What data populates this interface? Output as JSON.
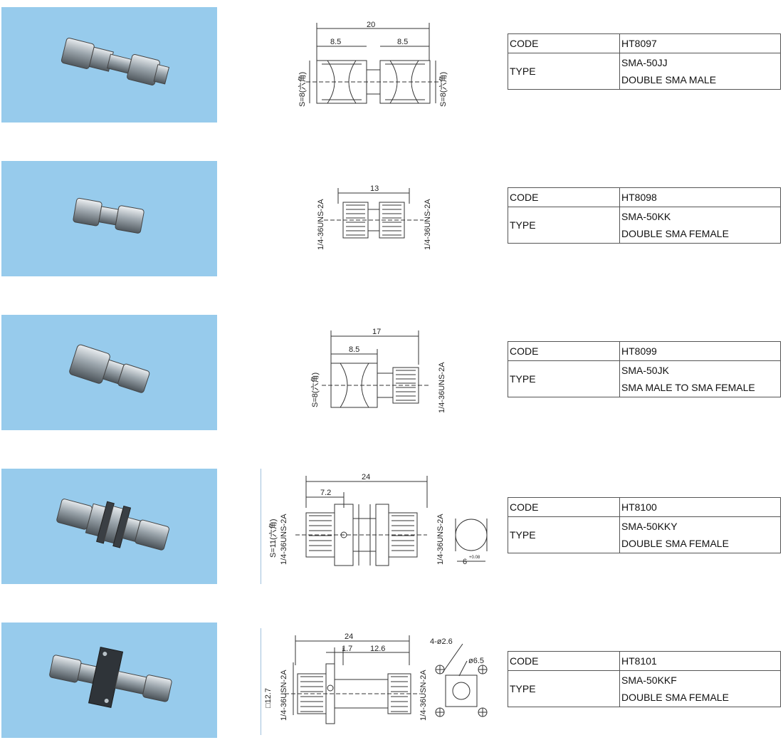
{
  "products": [
    {
      "code_label": "CODE",
      "code": "HT8097",
      "type_label": "TYPE",
      "model": "SMA-50JJ",
      "description": "DOUBLE SMA MALE",
      "dims": {
        "overall": "20",
        "left": "8.5",
        "right": "8.5",
        "hex_left": "S=8(六角)",
        "hex_right": "S=8(六角)"
      }
    },
    {
      "code_label": "CODE",
      "code": "HT8098",
      "type_label": "TYPE",
      "model": "SMA-50KK",
      "description": "DOUBLE SMA FEMALE",
      "dims": {
        "overall": "13",
        "thread_left": "1/4-36UNS-2A",
        "thread_right": "1/4-36UNS-2A"
      }
    },
    {
      "code_label": "CODE",
      "code": "HT8099",
      "type_label": "TYPE",
      "model": "SMA-50JK",
      "description": "SMA MALE TO SMA FEMALE",
      "dims": {
        "overall": "17",
        "left": "8.5",
        "hex_left": "S=8(六角)",
        "thread_right": "1/4-36UNS-2A"
      }
    },
    {
      "code_label": "CODE",
      "code": "HT8100",
      "type_label": "TYPE",
      "model": "SMA-50KKY",
      "description": "DOUBLE SMA FEMALE",
      "dims": {
        "overall": "24",
        "left": "7.2",
        "hex_left": "S=11(六角)",
        "thread_left": "1/4-36UNS-2A",
        "thread_right": "1/4-36UNS-2A",
        "flat": "6",
        "tol": "+0.08"
      }
    },
    {
      "code_label": "CODE",
      "code": "HT8101",
      "type_label": "TYPE",
      "model": "SMA-50KKF",
      "description": "DOUBLE SMA FEMALE",
      "dims": {
        "overall": "24",
        "flange": "1.7",
        "right": "12.6",
        "square": "□12.7",
        "thread_left": "1/4-36USN-2A",
        "thread_right": "1/4-36USN-2A",
        "holes": "4-ø2.6",
        "bore": "ø6.5"
      }
    }
  ]
}
